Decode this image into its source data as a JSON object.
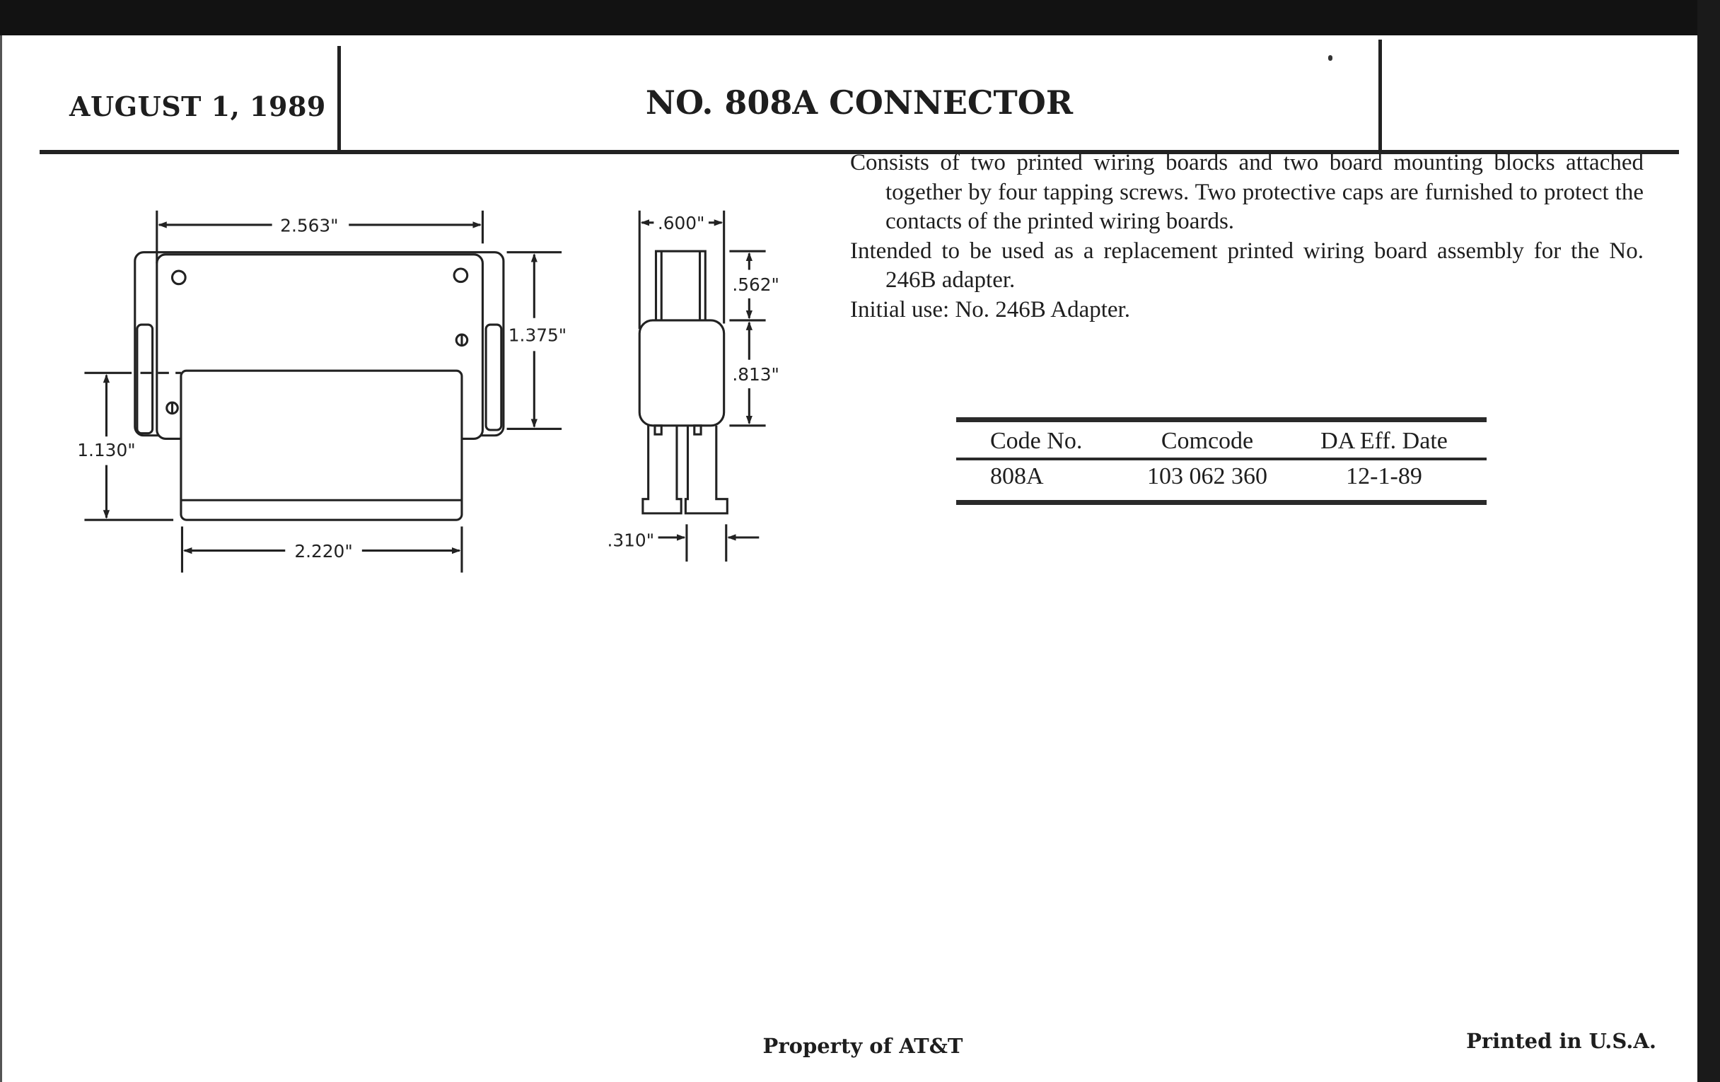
{
  "header": {
    "date": "AUGUST 1, 1989",
    "title": "NO. 808A CONNECTOR"
  },
  "description": [
    "Consists of two printed wiring boards and two board mounting blocks attached together by four tapping screws. Two protective caps are furnished to protect the contacts of the printed wiring boards.",
    "Intended to be used as a replacement printed wiring board assembly for the No. 246B adapter.",
    "Initial use: No. 246B Adapter."
  ],
  "table": {
    "headers": [
      "Code No.",
      "Comcode",
      "DA Eff. Date"
    ],
    "rows": [
      [
        "808A",
        "103 062 360",
        "12-1-89"
      ]
    ]
  },
  "drawing": {
    "front_view": {
      "overall_width": "2.563\"",
      "board_width": "2.220\"",
      "overall_height": "1.375\"",
      "board_height": "1.130\""
    },
    "side_view": {
      "width": ".600\"",
      "top_height": ".562\"",
      "body_height": ".813\"",
      "leg_spacing": ".310\""
    }
  },
  "footer": {
    "property": "Property of AT&T",
    "printed": "Printed in U.S.A."
  }
}
